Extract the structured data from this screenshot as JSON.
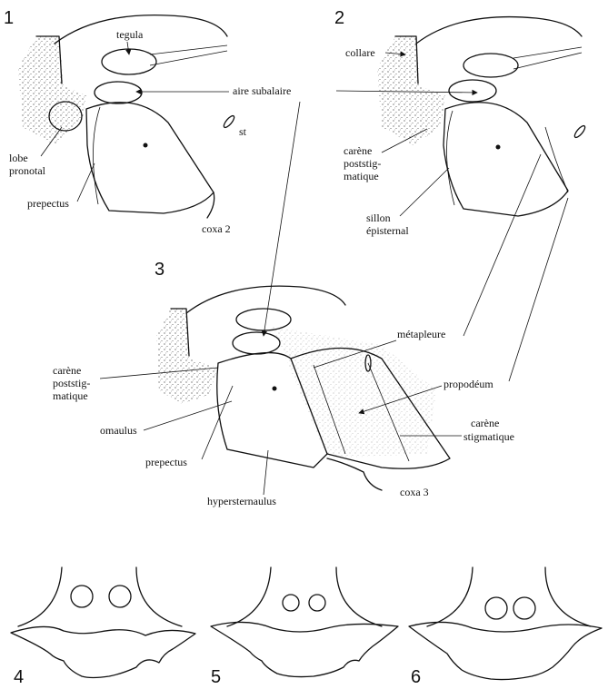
{
  "figure_numbers": [
    "1",
    "2",
    "3",
    "4",
    "5",
    "6"
  ],
  "labels": {
    "tegula": "tegula",
    "aire_subalaire": "aire subalaire",
    "st": "st",
    "lobe_pronotal_1": "lobe",
    "lobe_pronotal_2": "pronotal",
    "prepectus_fig1": "prepectus",
    "coxa_2": "coxa 2",
    "collare": "collare",
    "carene_poststigmatique_fig2_1": "carène",
    "carene_poststigmatique_fig2_2": "poststig-",
    "carene_poststigmatique_fig2_3": "matique",
    "sillon_episternal_1": "sillon",
    "sillon_episternal_2": "épisternal",
    "metapleure": "métapleure",
    "carene_poststigmatique_fig3_1": "carène",
    "carene_poststigmatique_fig3_2": "poststig-",
    "carene_poststigmatique_fig3_3": "matique",
    "propodeum": "propodéum",
    "omaulus": "omaulus",
    "carene_stigmatique_1": "carène",
    "carene_stigmatique_2": "stigmatique",
    "prepectus_fig3": "prepectus",
    "coxa_3": "coxa 3",
    "hypersternaulus": "hypersternaulus"
  }
}
